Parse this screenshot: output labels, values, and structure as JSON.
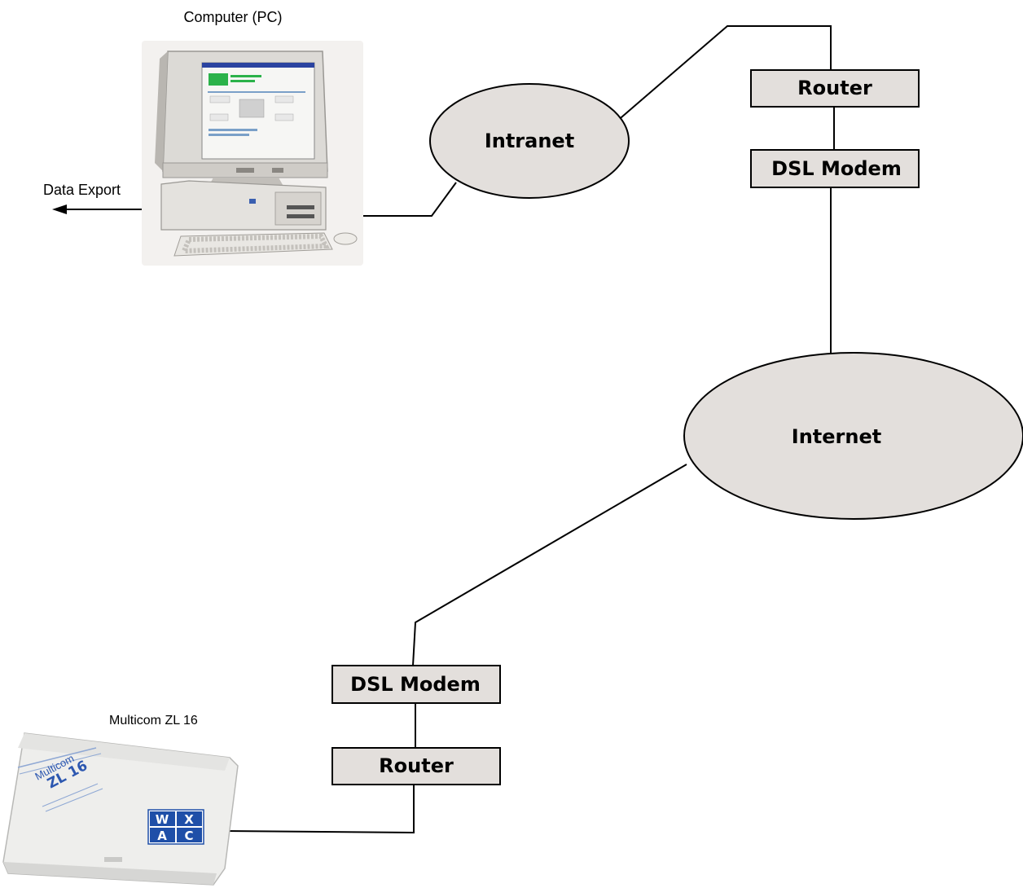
{
  "labels": {
    "computer": "Computer (PC)",
    "data_export": "Data Export",
    "multicom": "Multicom ZL 16"
  },
  "nodes": {
    "intranet": "Intranet",
    "internet": "Internet",
    "router_top": "Router",
    "dsl_top": "DSL Modem",
    "dsl_bottom": "DSL Modem",
    "router_bottom": "Router"
  },
  "device": {
    "brand_text": "Multicom",
    "model_text": "ZL 16",
    "logo": [
      "W",
      "X",
      "A",
      "C"
    ]
  },
  "colors": {
    "node_fill": "#e3dfdc",
    "line": "#000000",
    "logo_blue": "#1f4fa8"
  }
}
